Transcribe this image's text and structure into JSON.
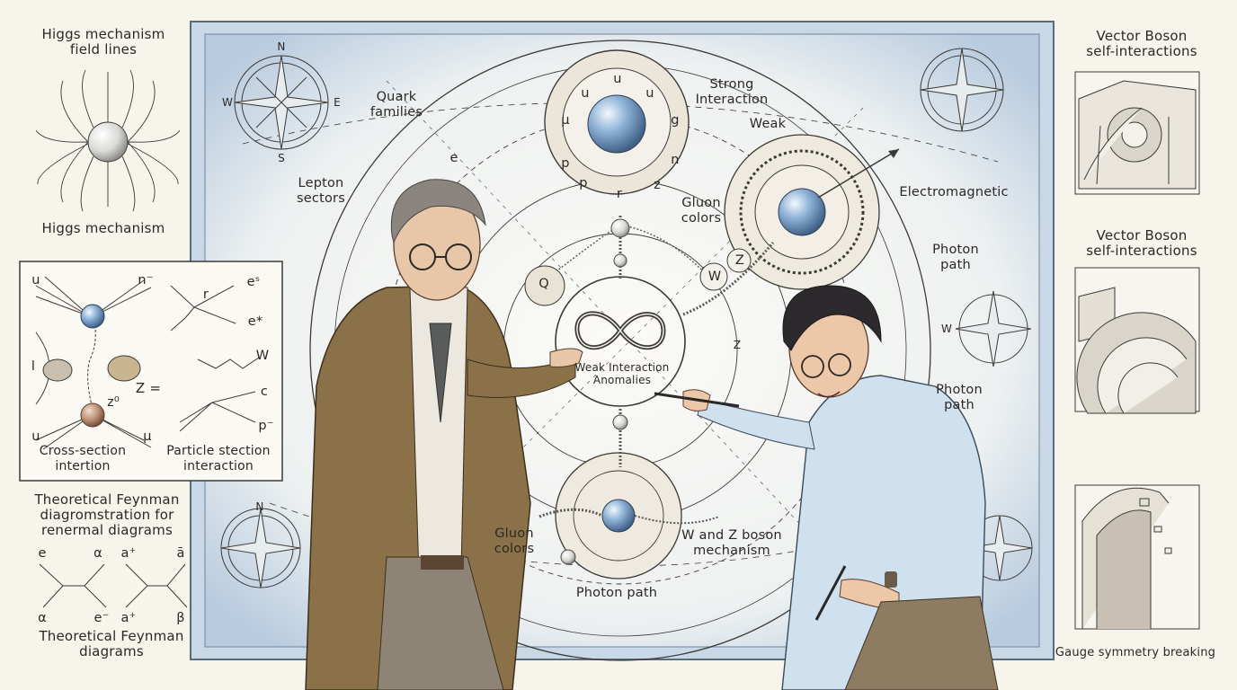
{
  "left": {
    "higgs_field_title": "Higgs mechanism\nfield lines",
    "higgs_caption": "Higgs mechanism",
    "feynman_panel": {
      "cross_section": "Cross-section\nintertion",
      "particle_section": "Particle stection\ninteraction",
      "z_formula": "Z =",
      "particles": [
        "u",
        "n⁻",
        "r",
        "eˢ",
        "e*",
        "W",
        "c",
        "p⁻",
        "u",
        "μ",
        "l",
        "z⁰"
      ]
    },
    "theoretical_title": "Theoretical Feynman\ndiagromstration for\nrenermal diagrams",
    "theoretical_caption": "Theoretical  Feynman\ndiagrams",
    "diagram_symbols": [
      "e",
      "α",
      "α",
      "e⁻",
      "a⁺",
      "ā",
      "a⁺",
      "β"
    ]
  },
  "board": {
    "compass_letters": [
      "N",
      "E",
      "W",
      "S",
      "W",
      "N"
    ],
    "labels": {
      "quark_families": "Quark\nfamilies",
      "lepton_sectors": "Lepton\nsectors",
      "strong_interaction": "Strong\nInteraction",
      "weak": "Weak",
      "gluon_colors_top": "Gluon\ncolors",
      "electromagnetic": "Electromagnetic",
      "photon_path_1": "Photon\npath",
      "photon_path_2": "Photon\npath",
      "center_title": "Weak Interaction\nAnomalies",
      "gluon_colors_bottom": "Gluon\ncolors",
      "wz_boson": "W and Z boson\nmechanism",
      "photon_path_bottom": "Photon path",
      "z_label": "Z"
    },
    "quark_ring": [
      "u",
      "u",
      "u",
      "g",
      "n",
      "z",
      "r",
      "p",
      "p",
      "μ"
    ],
    "boson_tags": [
      "W",
      "Z",
      "e",
      "Q"
    ]
  },
  "right": {
    "vector_boson_1": "Vector Boson\nself-interactions",
    "vector_boson_2": "Vector Boson\nself-interactions",
    "gauge_caption": "Gauge symmetry breaking"
  },
  "colors": {
    "paper": "#f7f4ec",
    "board_blue": "#c9d8e6",
    "ink": "#2b2826",
    "tweed": "#8a7148",
    "shirt": "#cfe0ee",
    "sphere": "#8fb3d8",
    "copper": "#b98b6e"
  }
}
